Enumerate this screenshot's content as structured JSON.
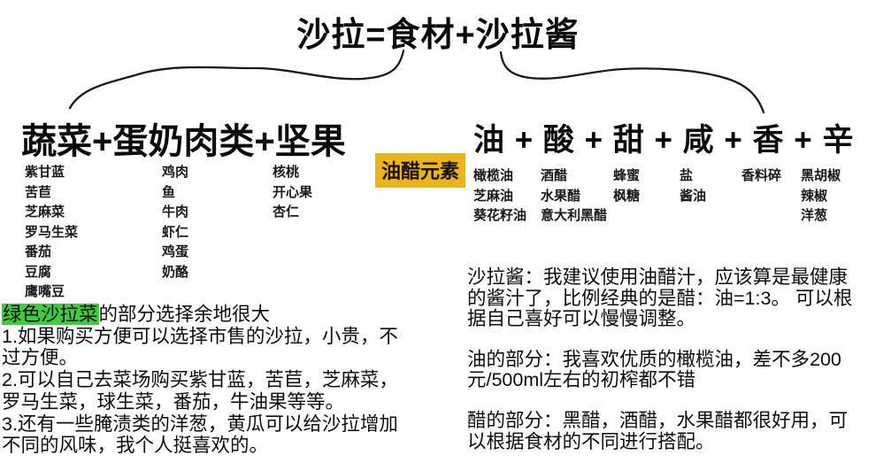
{
  "title": "沙拉=食材+沙拉酱",
  "left": {
    "heading": "蔬菜+蛋奶肉类+坚果",
    "columns": [
      {
        "items": [
          "紫甘蓝",
          "苦苣",
          "芝麻菜",
          "罗马生菜",
          "番茄",
          "豆腐",
          "鹰嘴豆"
        ]
      },
      {
        "items": [
          "鸡肉",
          "鱼",
          "牛肉",
          "虾仁",
          "鸡蛋",
          "奶酪"
        ]
      },
      {
        "items": [
          "核桃",
          "开心果",
          "杏仁"
        ]
      }
    ],
    "note_highlight": "绿色沙拉菜",
    "note_lead_rest": "的部分选择余地很大",
    "note_body": "1.如果购买方便可以选择市售的沙拉，小贵，不\n过方便。\n2.可以自己去菜场购买紫甘蓝，苦苣，芝麻菜，\n罗马生菜，球生菜，番茄，牛油果等等。\n3.还有一些腌渍类的洋葱，黄瓜可以给沙拉增加\n不同的风味，我个人挺喜欢的。"
  },
  "badge": {
    "label": "油醋元素"
  },
  "right": {
    "heading": "油 + 酸 + 甜 + 咸 + 香 + 辛",
    "columns": [
      {
        "items": [
          "橄榄油",
          "芝麻油",
          "葵花籽油"
        ]
      },
      {
        "items": [
          "酒醋",
          "水果醋",
          "意大利黑醋"
        ]
      },
      {
        "items": [
          "蜂蜜",
          "枫糖"
        ]
      },
      {
        "items": [
          "盐",
          "酱油"
        ]
      },
      {
        "items": [
          "香料碎"
        ]
      },
      {
        "items": [
          "黑胡椒",
          "辣椒",
          "洋葱"
        ]
      }
    ],
    "para1": "沙拉酱：我建议使用油醋汁，应该算是最健康\n的酱汁了，比例经典的是醋：油=1:3。 可以根\n据自己喜好可以慢慢调整。",
    "para2": "油的部分：我喜欢优质的橄榄油，差不多200\n元/500ml左右的初榨都不错",
    "para3": "醋的部分：黑醋，酒醋，水果醋都很好用，可\n以根据食材的不同进行搭配。"
  },
  "colors": {
    "badge_gold": "#E9B41C",
    "highlight_green": "#3FCD3F",
    "curve_stroke": "#1a1a1a"
  }
}
